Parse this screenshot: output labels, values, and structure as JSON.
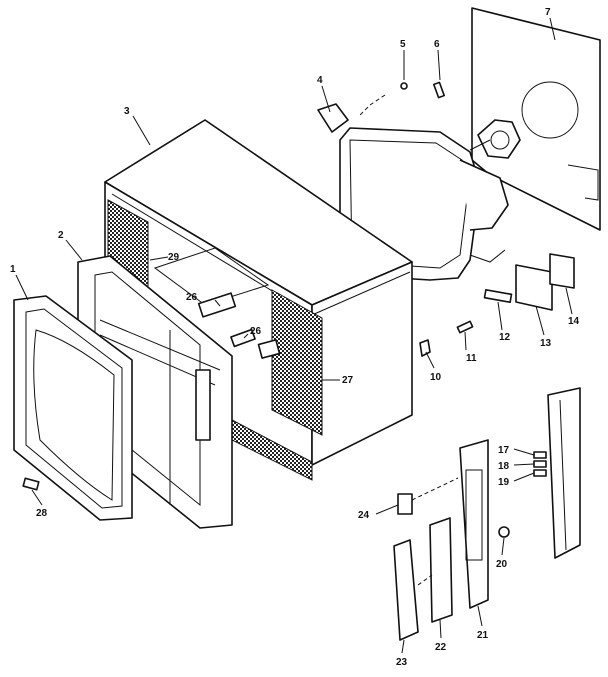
{
  "callouts": [
    {
      "id": "1",
      "label": "1"
    },
    {
      "id": "2",
      "label": "2"
    },
    {
      "id": "3",
      "label": "3"
    },
    {
      "id": "4",
      "label": "4"
    },
    {
      "id": "5",
      "label": "5"
    },
    {
      "id": "6",
      "label": "6"
    },
    {
      "id": "7",
      "label": "7"
    },
    {
      "id": "10",
      "label": "10"
    },
    {
      "id": "11",
      "label": "11"
    },
    {
      "id": "12",
      "label": "12"
    },
    {
      "id": "13",
      "label": "13"
    },
    {
      "id": "14",
      "label": "14"
    },
    {
      "id": "17",
      "label": "17"
    },
    {
      "id": "18",
      "label": "18"
    },
    {
      "id": "19",
      "label": "19"
    },
    {
      "id": "20",
      "label": "20"
    },
    {
      "id": "21",
      "label": "21"
    },
    {
      "id": "22",
      "label": "22"
    },
    {
      "id": "23",
      "label": "23"
    },
    {
      "id": "24",
      "label": "24"
    },
    {
      "id": "26a",
      "label": "26"
    },
    {
      "id": "26b",
      "label": "26"
    },
    {
      "id": "27",
      "label": "27"
    },
    {
      "id": "28",
      "label": "28"
    },
    {
      "id": "29",
      "label": "29"
    }
  ],
  "colors": {
    "ink": "#111111",
    "paper": "#ffffff"
  }
}
